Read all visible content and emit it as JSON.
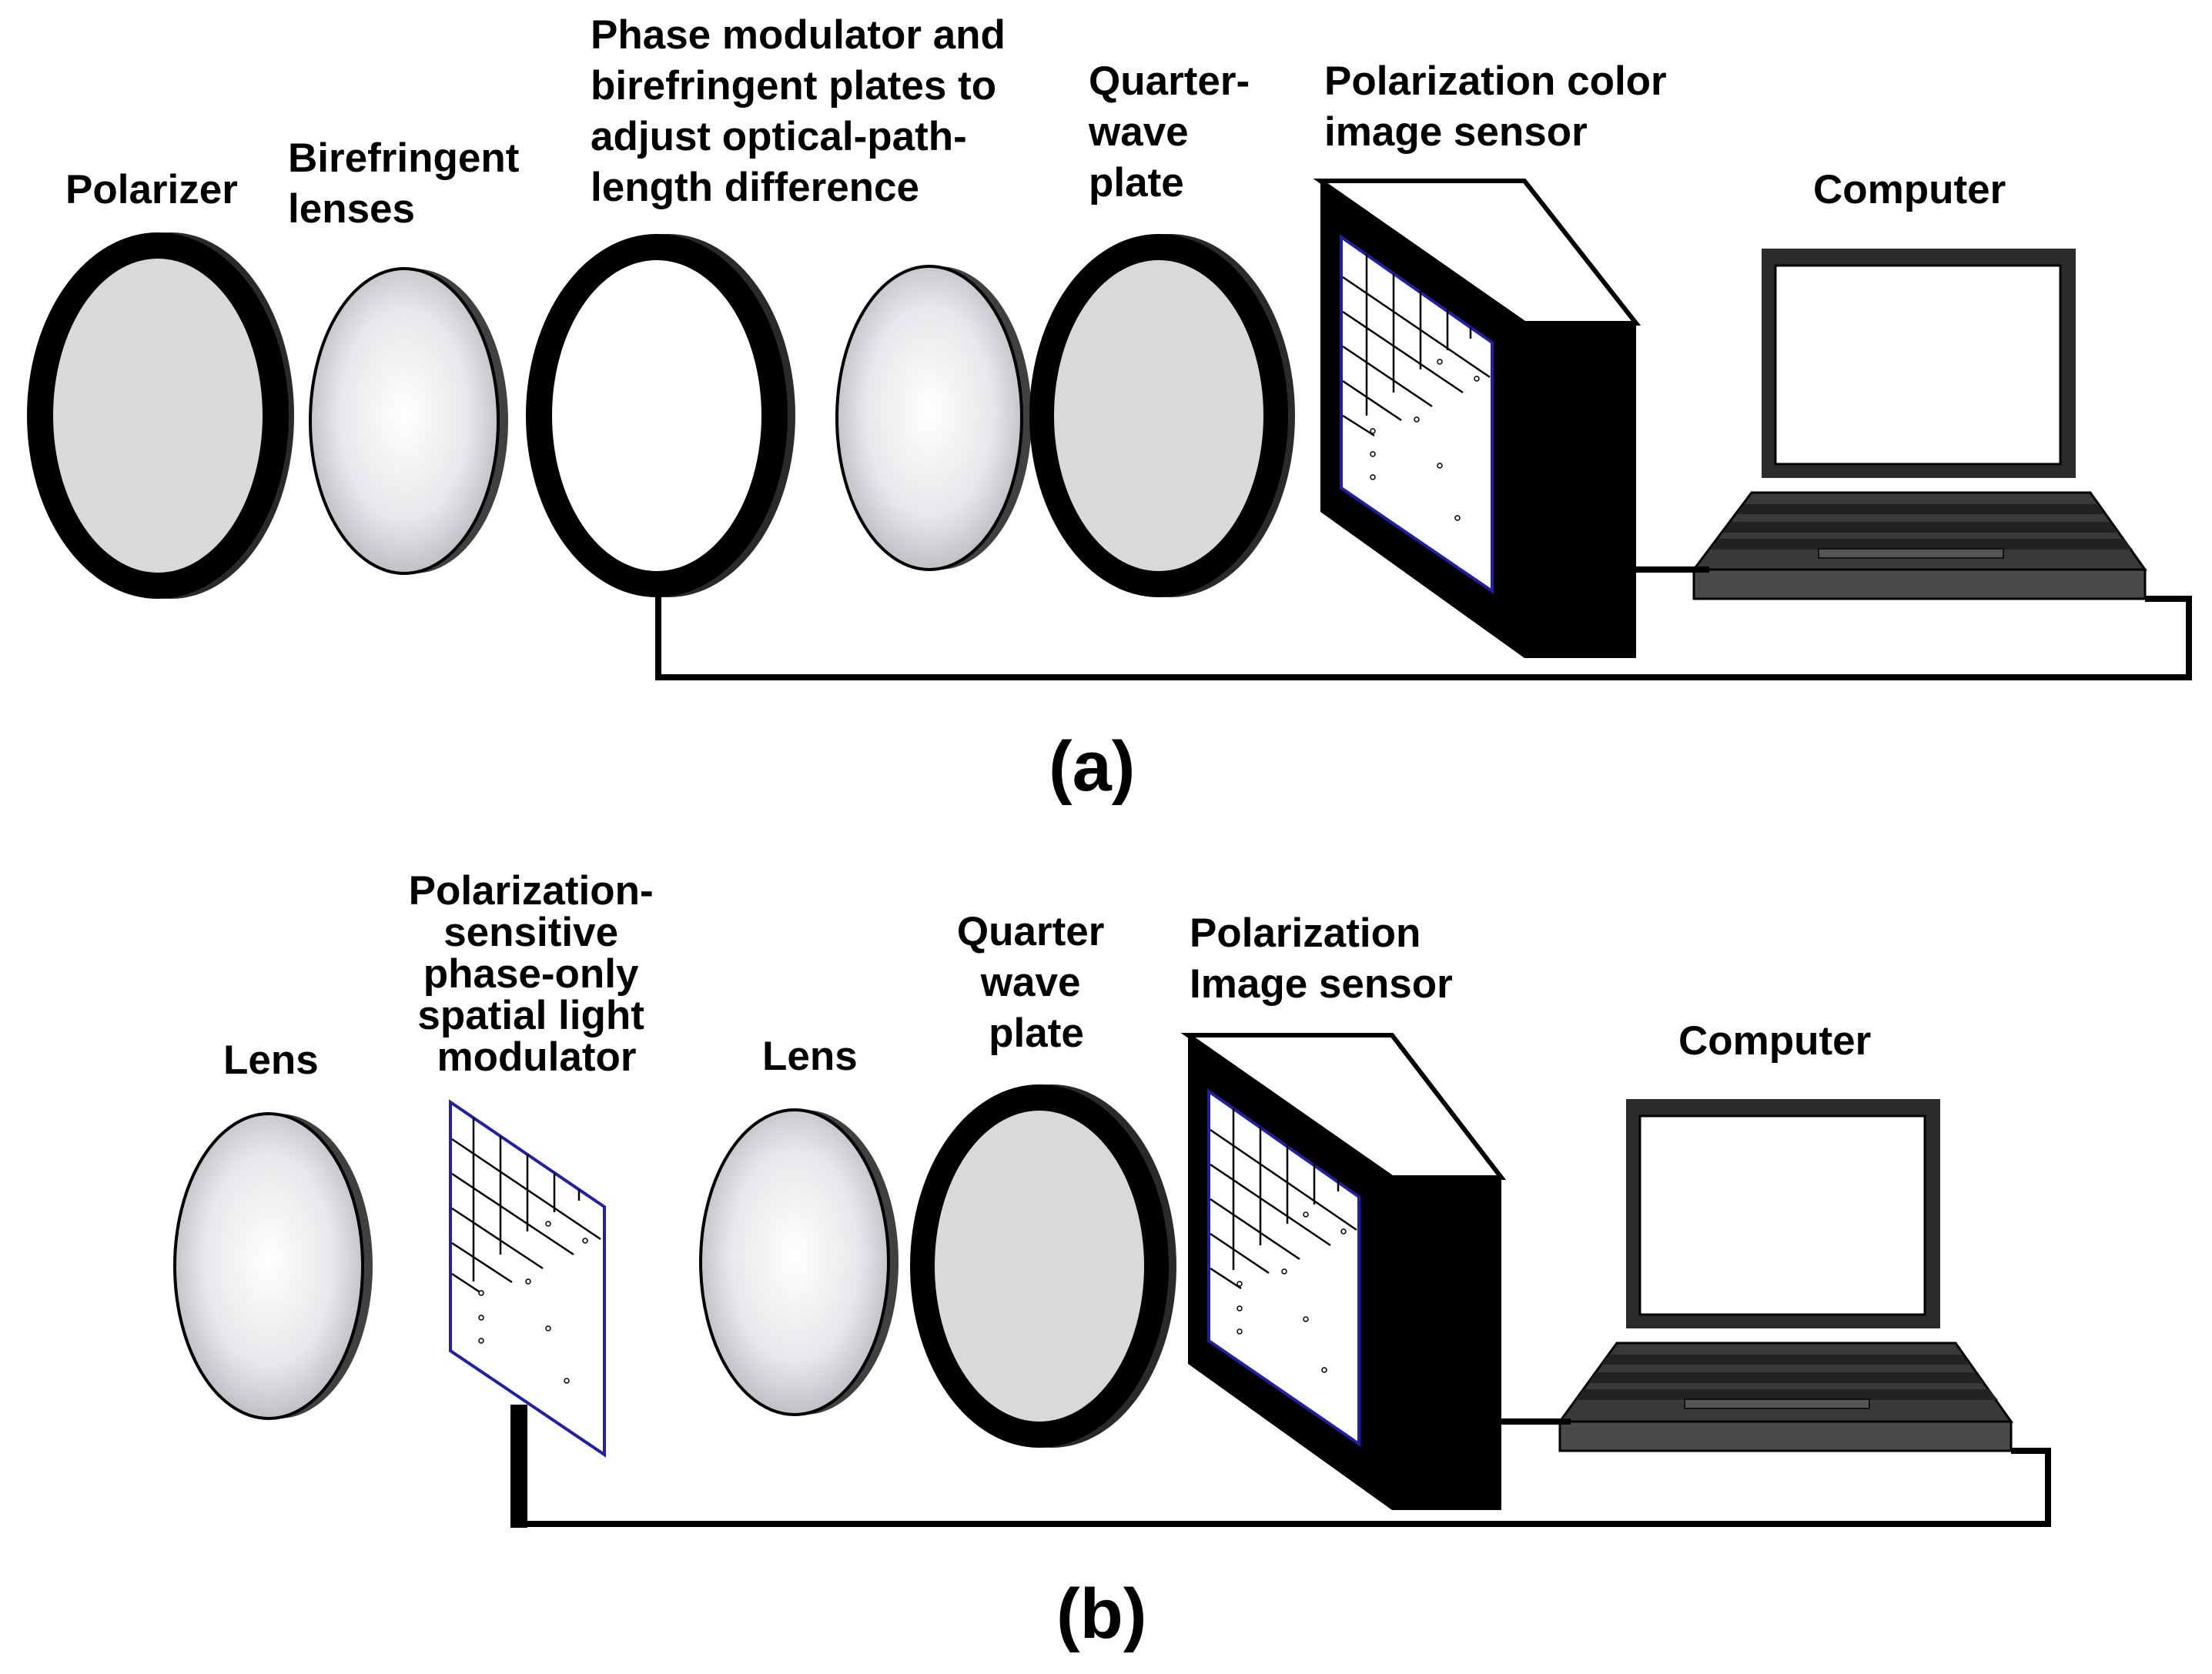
{
  "panel_a": {
    "labels": {
      "polarizer": [
        "Polarizer"
      ],
      "birefringent_lenses": [
        "Birefringent",
        "lenses"
      ],
      "phase_modulator": [
        "Phase modulator and",
        "birefringent plates to",
        "adjust optical-path-",
        "length difference"
      ],
      "quarter_wave_plate": [
        "Quarter-",
        "wave",
        "plate"
      ],
      "sensor": [
        "Polarization color",
        "image sensor"
      ],
      "computer": [
        "Computer"
      ]
    },
    "caption": "(a)"
  },
  "panel_b": {
    "labels": {
      "lens_1": [
        "Lens"
      ],
      "slm": [
        "Polarization-",
        "sensitive",
        "phase-only",
        "spatial light",
        "modulator"
      ],
      "lens_2": [
        "Lens"
      ],
      "quarter_wave_plate": [
        "Quarter",
        "wave",
        "plate"
      ],
      "sensor": [
        "Polarization",
        "Image sensor"
      ],
      "computer": [
        "Computer"
      ]
    },
    "caption": "(b)"
  },
  "colors": {
    "ring": "#000000",
    "plate_fill": "#d9d9d9",
    "lens_center": "#ffffff",
    "lens_edge": "#a9a9b2",
    "sensor_border": "#2020a0"
  }
}
